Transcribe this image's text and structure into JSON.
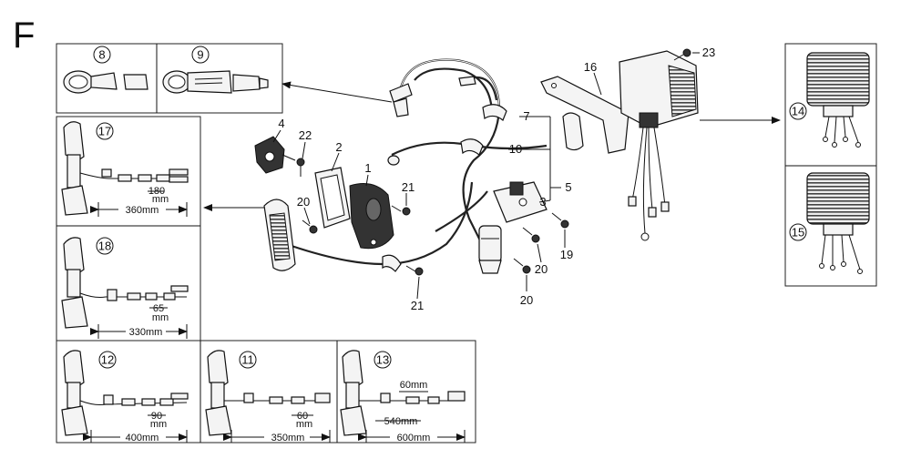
{
  "section_letter": "F",
  "callouts": {
    "c1": "1",
    "c2": "2",
    "c3": "3",
    "c4": "4",
    "c5": "5",
    "c7": "7",
    "c10": "10",
    "c16": "16",
    "c19": "19",
    "c20a": "20",
    "c20b": "20",
    "c20c": "20",
    "c21a": "21",
    "c21b": "21",
    "c22": "22",
    "c23": "23"
  },
  "variants": {
    "v8": "8",
    "v9": "9",
    "v14": "14",
    "v15": "15",
    "v17": "17",
    "v18": "18",
    "v12": "12",
    "v11": "11",
    "v13": "13"
  },
  "dimensions": {
    "d17a": "180",
    "d17b": "mm",
    "d17c": "360mm",
    "d18a": "65",
    "d18b": "mm",
    "d18c": "330mm",
    "d12a": "90",
    "d12b": "mm",
    "d12c": "400mm",
    "d11a": "60",
    "d11b": "mm",
    "d11c": "350mm",
    "d13a": "60mm",
    "d13b": "540mm",
    "d13c": "600mm"
  }
}
